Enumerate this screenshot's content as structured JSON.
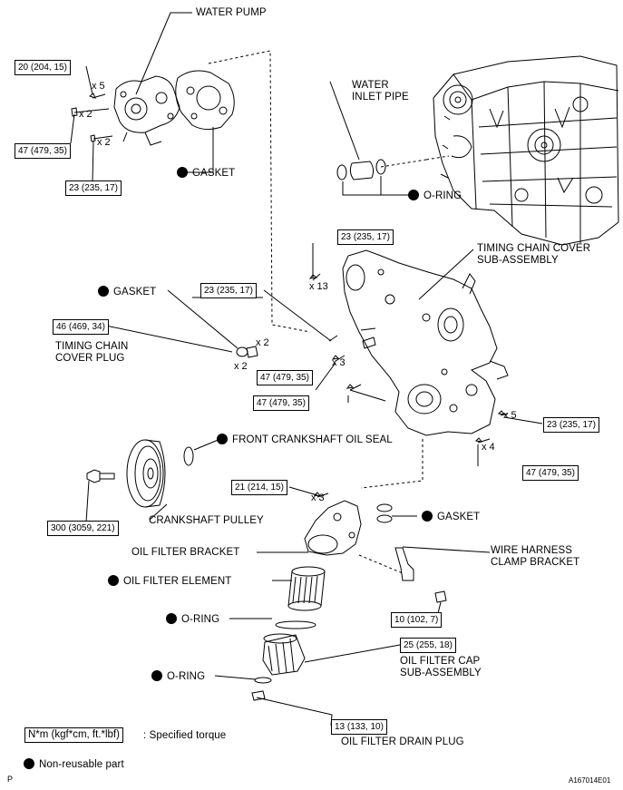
{
  "parts": {
    "water_pump": "WATER PUMP",
    "gasket_1": "GASKET",
    "water_inlet_pipe_1": "WATER",
    "water_inlet_pipe_2": "INLET PIPE",
    "o_ring_1": "O-RING",
    "timing_chain_cover_1": "TIMING CHAIN COVER",
    "timing_chain_cover_2": "SUB-ASSEMBLY",
    "gasket_2": "GASKET",
    "timing_chain_cover_plug_1": "TIMING CHAIN",
    "timing_chain_cover_plug_2": "COVER PLUG",
    "front_crankshaft_oil_seal": "FRONT CRANKSHAFT OIL SEAL",
    "crankshaft_pulley": "CRANKSHAFT PULLEY",
    "gasket_3": "GASKET",
    "oil_filter_bracket": "OIL FILTER BRACKET",
    "wire_harness_1": "WIRE HARNESS",
    "wire_harness_2": "CLAMP BRACKET",
    "oil_filter_element": "OIL FILTER ELEMENT",
    "o_ring_2": "O-RING",
    "oil_filter_cap_1": "OIL FILTER CAP",
    "oil_filter_cap_2": "SUB-ASSEMBLY",
    "o_ring_3": "O-RING",
    "oil_filter_drain_plug": "OIL FILTER DRAIN PLUG"
  },
  "torques": {
    "t_water_pump_x5": "20 (204, 15)",
    "t_water_pump_x2a": "47 (479, 35)",
    "t_water_pump_x2b": "23 (235, 17)",
    "t_cover_top": "23 (235, 17)",
    "t_cover_mid": "23 (235, 17)",
    "t_plug": "46 (469, 34)",
    "t_cover_x3": "47 (479, 35)",
    "t_cover_single": "47 (479, 35)",
    "t_cover_right_x5": "23 (235, 17)",
    "t_cover_right_x4": "47 (479, 35)",
    "t_bracket": "21 (214, 15)",
    "t_pulley": "300 (3059, 221)",
    "t_clamp": "10 (102, 7)",
    "t_cap": "25 (255, 18)",
    "t_drain": "13 (133, 10)"
  },
  "quantities": {
    "q1": "x 5",
    "q2": "x 2",
    "q3": "x 2",
    "q4": "x 13",
    "q5": "x 2",
    "q6": "x 2",
    "q7": "x 3",
    "q8": "x 5",
    "q9": "x 4",
    "q10": "x 3"
  },
  "legend": {
    "torque_unit": "N*m (kgf*cm, ft.*lbf)",
    "torque_desc": ": Specified torque",
    "non_reusable": "Non-reusable part"
  },
  "footer": {
    "left_mark": "P",
    "figure_id": "A167014E01"
  }
}
